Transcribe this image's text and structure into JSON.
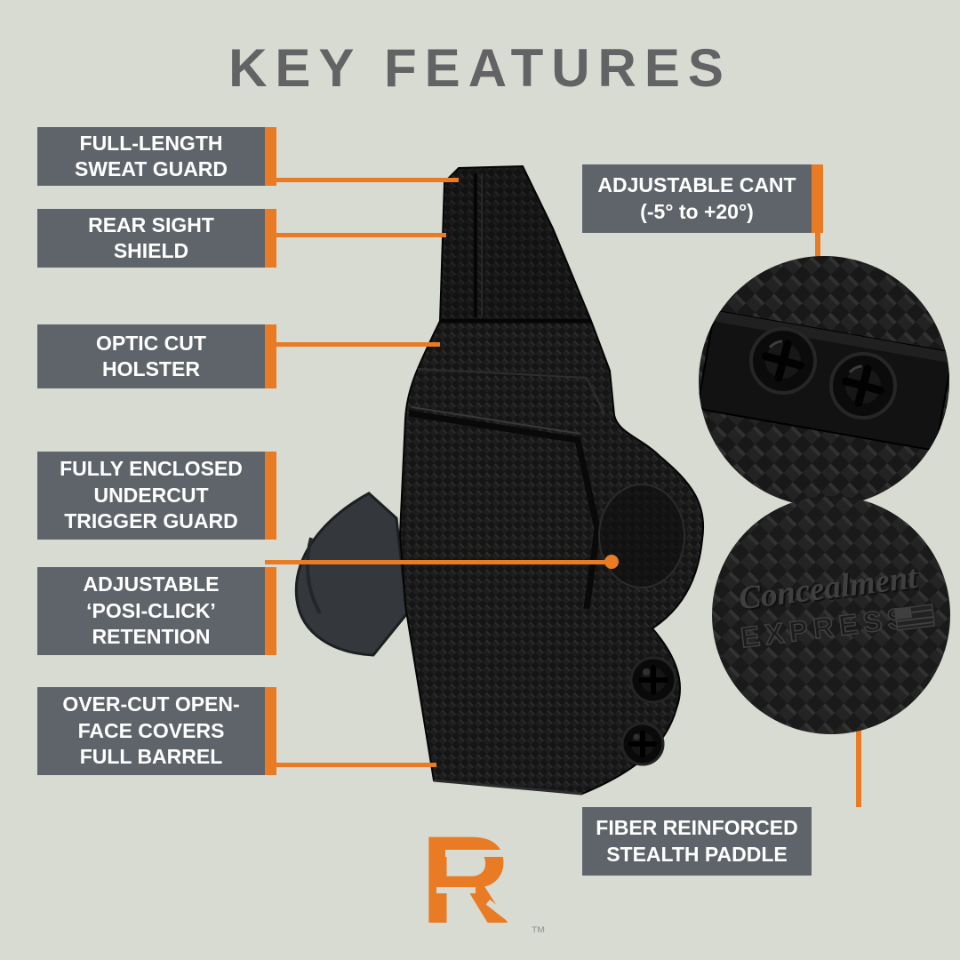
{
  "title": "KEY FEATURES",
  "colors": {
    "background": "#d8dbd2",
    "callout_box": "#5e646a",
    "accent_orange": "#e87b24",
    "title_text": "#636366",
    "callout_text": "#ffffff",
    "holster_black": "#151515"
  },
  "callouts": {
    "left": [
      {
        "label": "FULL-LENGTH\nSWEAT GUARD"
      },
      {
        "label": "REAR SIGHT\nSHIELD"
      },
      {
        "label": "OPTIC CUT\nHOLSTER"
      },
      {
        "label": "FULLY ENCLOSED\nUNDERCUT\nTRIGGER GUARD"
      },
      {
        "label": "ADJUSTABLE\n‘POSI-CLICK’\nRETENTION"
      },
      {
        "label": "OVER-CUT OPEN-\nFACE COVERS\nFULL BARREL"
      }
    ],
    "adjustable_cant": {
      "label": "ADJUSTABLE CANT\n(-5° to +20°)"
    },
    "stealth_paddle": {
      "label": "FIBER REINFORCED\nSTEALTH PADDLE"
    }
  },
  "detail_logo": {
    "line1": "Concealment",
    "line2": "EXPRESS"
  },
  "brand": {
    "letter": "R",
    "trademark": "™"
  }
}
